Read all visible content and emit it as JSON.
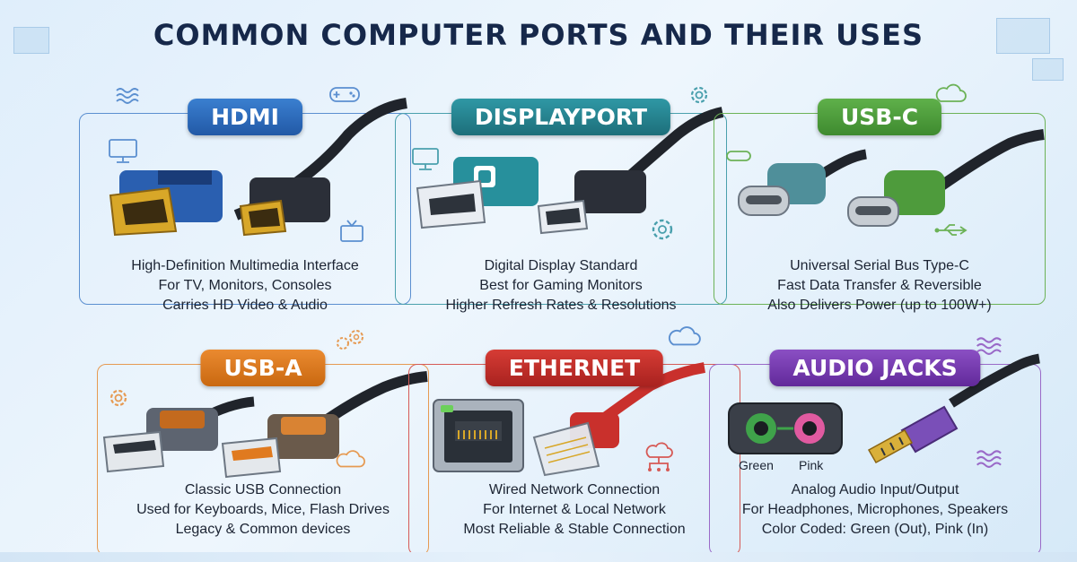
{
  "title": "COMMON COMPUTER PORTS AND THEIR USES",
  "colors": {
    "hdmi": "#2a6ab8",
    "displayport": "#1f7f8c",
    "usbc": "#4f9a3a",
    "usba": "#e07a1f",
    "ethernet": "#c9302c",
    "audio": "#7a3fb0"
  },
  "cards": [
    {
      "name": "HDMI",
      "lines": [
        "High-Definition Multimedia Interface",
        "For TV, Monitors, Consoles",
        "Carries HD Video & Audio"
      ],
      "icons": [
        "waves-icon",
        "gamepad-icon",
        "monitor-icon",
        "tv-icon"
      ]
    },
    {
      "name": "DISPLAYPORT",
      "lines": [
        "Digital Display Standard",
        "Best for Gaming Monitors",
        "Higher Refresh Rates & Resolutions"
      ],
      "icons": [
        "gear-icon",
        "monitor-icon",
        "gear-icon"
      ]
    },
    {
      "name": "USB-C",
      "lines": [
        "Universal Serial Bus Type-C",
        "Fast Data Transfer & Reversible",
        "Also Delivers Power (up to 100W+)"
      ],
      "icons": [
        "cloud-icon",
        "usb-c-port-icon",
        "usb-symbol-icon"
      ]
    },
    {
      "name": "USB-A",
      "lines": [
        "Classic USB Connection",
        "Used for Keyboards, Mice, Flash Drives",
        "Legacy & Common devices"
      ],
      "icons": [
        "gears-icon",
        "gear-icon",
        "cloud-icon"
      ]
    },
    {
      "name": "ETHERNET",
      "lines": [
        "Wired Network Connection",
        "For Internet & Local Network",
        "Most Reliable & Stable Connection"
      ],
      "icons": [
        "cloud-icon",
        "network-cloud-icon"
      ]
    },
    {
      "name": "AUDIO JACKS",
      "lines": [
        "Analog Audio Input/Output",
        "For Headphones, Microphones, Speakers",
        "Color Coded: Green (Out), Pink (In)"
      ],
      "jack_labels": [
        "Green",
        "Pink"
      ],
      "icons": [
        "waves-icon",
        "waves-icon"
      ]
    }
  ]
}
